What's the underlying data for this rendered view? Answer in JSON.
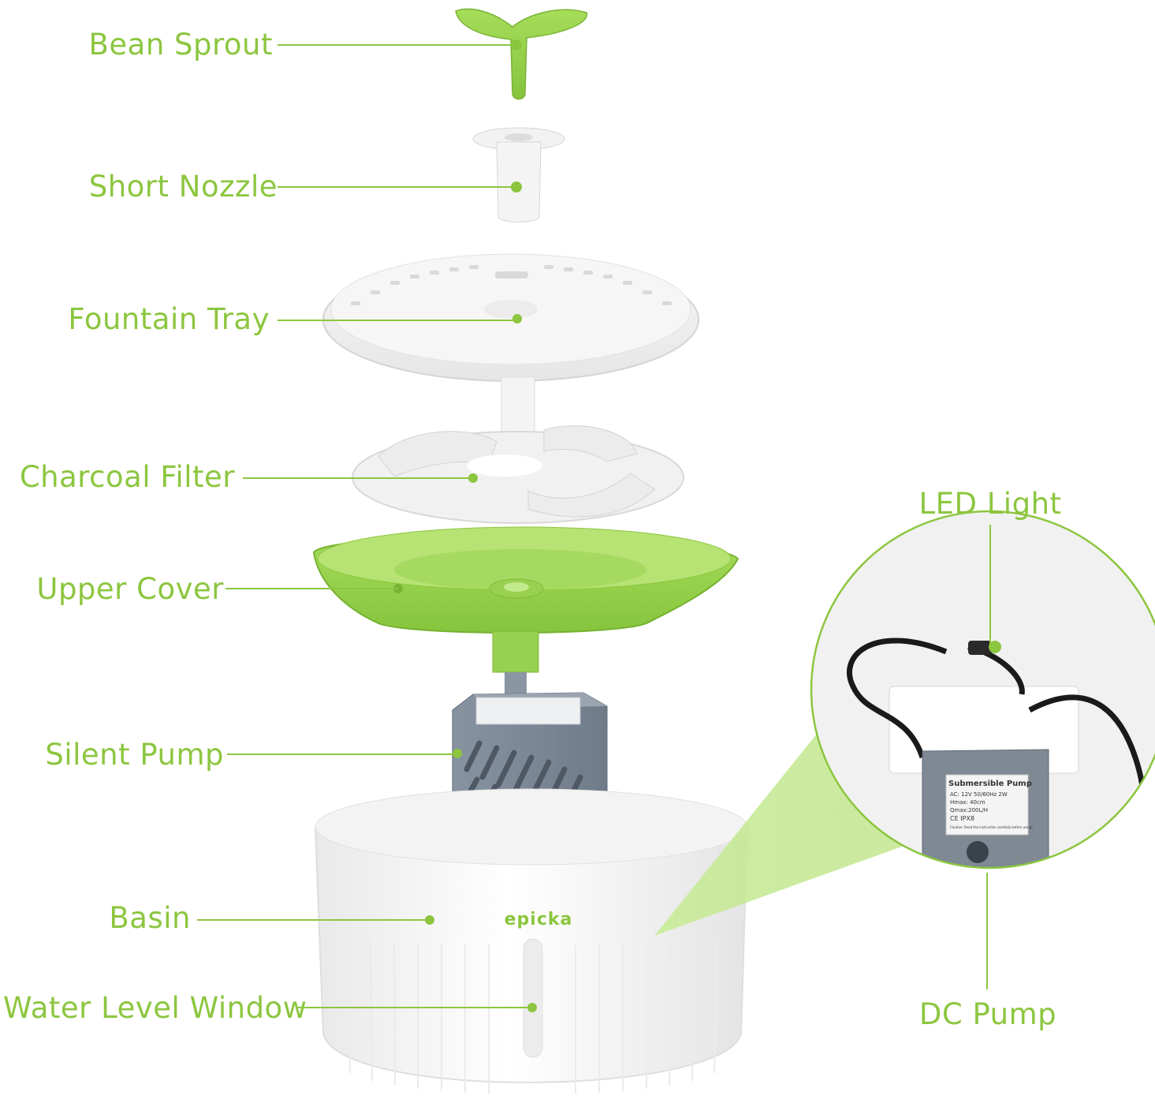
{
  "labels": {
    "bean_sprout": "Bean Sprout",
    "short_nozzle": "Short Nozzle",
    "fountain_tray": "Fountain Tray",
    "charcoal_filter": "Charcoal Filter",
    "upper_cover": "Upper Cover",
    "silent_pump": "Silent Pump",
    "basin": "Basin",
    "water_level_window": "Water Level Window",
    "led_light": "LED Light",
    "dc_pump": "DC Pump"
  },
  "brand": "epicka",
  "pump_label": {
    "title": "Submersible Pump",
    "line1": "AC: 12V  50/60Hz   2W",
    "line2": "Hmax: 40cm",
    "line3": "Qmax:200L/H",
    "line4": "CE  IPX8",
    "line5": "Caution: Read the instruction carefully before using!"
  },
  "colors": {
    "accent": "#8cc63f",
    "pump_grey": "#7d8a96",
    "part_white": "#f4f4f4"
  }
}
